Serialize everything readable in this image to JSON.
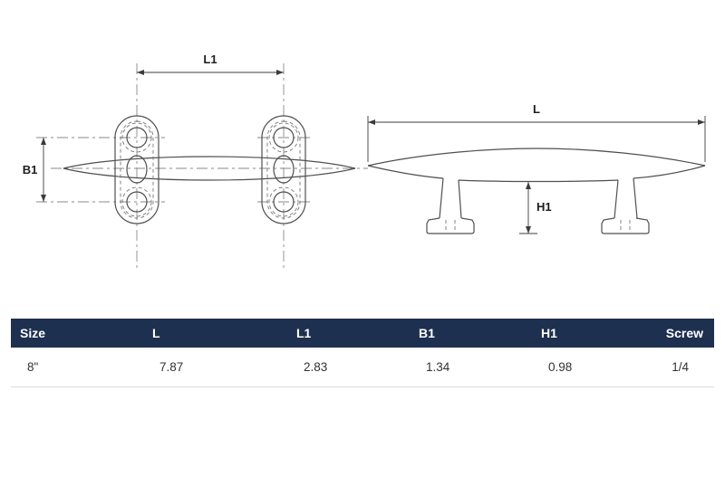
{
  "diagram": {
    "title": "cleat-technical-drawing",
    "labels": {
      "l1": "L1",
      "b1": "B1",
      "l": "L",
      "h1": "H1"
    }
  },
  "table": {
    "headers": [
      "Size",
      "L",
      "L1",
      "B1",
      "H1",
      "Screw"
    ],
    "rows": [
      [
        "8\"",
        "7.87",
        "2.83",
        "1.34",
        "0.98",
        "1/4"
      ]
    ]
  },
  "colors": {
    "header_bg": "#1e3050",
    "header_text": "#ffffff",
    "line": "#4f4f4f",
    "centerline": "#8a8a8a",
    "dimension": "#3c3c3c",
    "row_border": "#dcdcdc"
  }
}
